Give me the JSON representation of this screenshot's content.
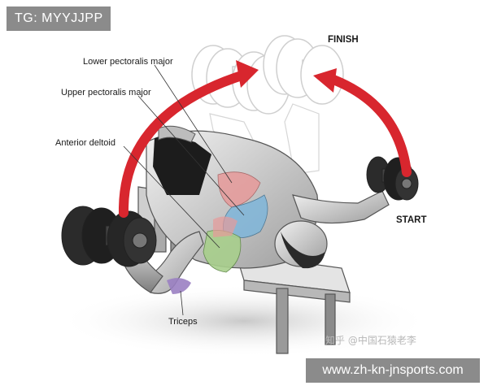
{
  "tags": {
    "top": "TG: MYYJJPP",
    "bottom": "www.zh-kn-jnsports.com"
  },
  "labels": {
    "finish": "FINISH",
    "start": "START",
    "lower_pec": "Lower pectoralis major",
    "upper_pec": "Upper pectoralis major",
    "anterior_deltoid": "Anterior deltoid",
    "triceps": "Triceps"
  },
  "watermark": {
    "zhihu": "知乎 @中国石猿老李"
  },
  "colors": {
    "arrow": "#d8262e",
    "tag_bg": "#8b8b8b",
    "muscle_pink": "#e79a9a",
    "muscle_blue": "#7fb6da",
    "muscle_green": "#a8cf8c",
    "muscle_purple": "#9a7fc2"
  }
}
